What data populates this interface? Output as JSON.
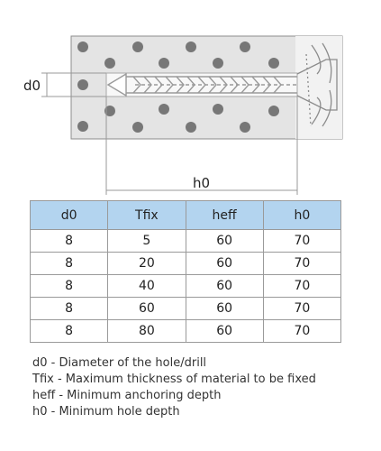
{
  "diagram": {
    "d0_label": "d0",
    "h0_label": "h0",
    "colors": {
      "block_fill": "#e4e4e4",
      "block_stroke": "#8c8c8c",
      "aggregate_dot": "#777777",
      "dimension_line": "#999999"
    },
    "icons": [
      "anchor-sleeve-icon",
      "screw-head-icon"
    ]
  },
  "table": {
    "headers": [
      "d0",
      "Tfix",
      "heff",
      "h0"
    ],
    "rows": [
      [
        "8",
        "5",
        "60",
        "70"
      ],
      [
        "8",
        "20",
        "60",
        "70"
      ],
      [
        "8",
        "40",
        "60",
        "70"
      ],
      [
        "8",
        "60",
        "60",
        "70"
      ],
      [
        "8",
        "80",
        "60",
        "70"
      ]
    ],
    "header_color": "#b3d4ef"
  },
  "legend": [
    "d0 - Diameter of the hole/drill",
    "Tfix - Maximum thickness of material to be fixed",
    "heff - Minimum anchoring depth",
    "h0 - Minimum hole depth"
  ]
}
